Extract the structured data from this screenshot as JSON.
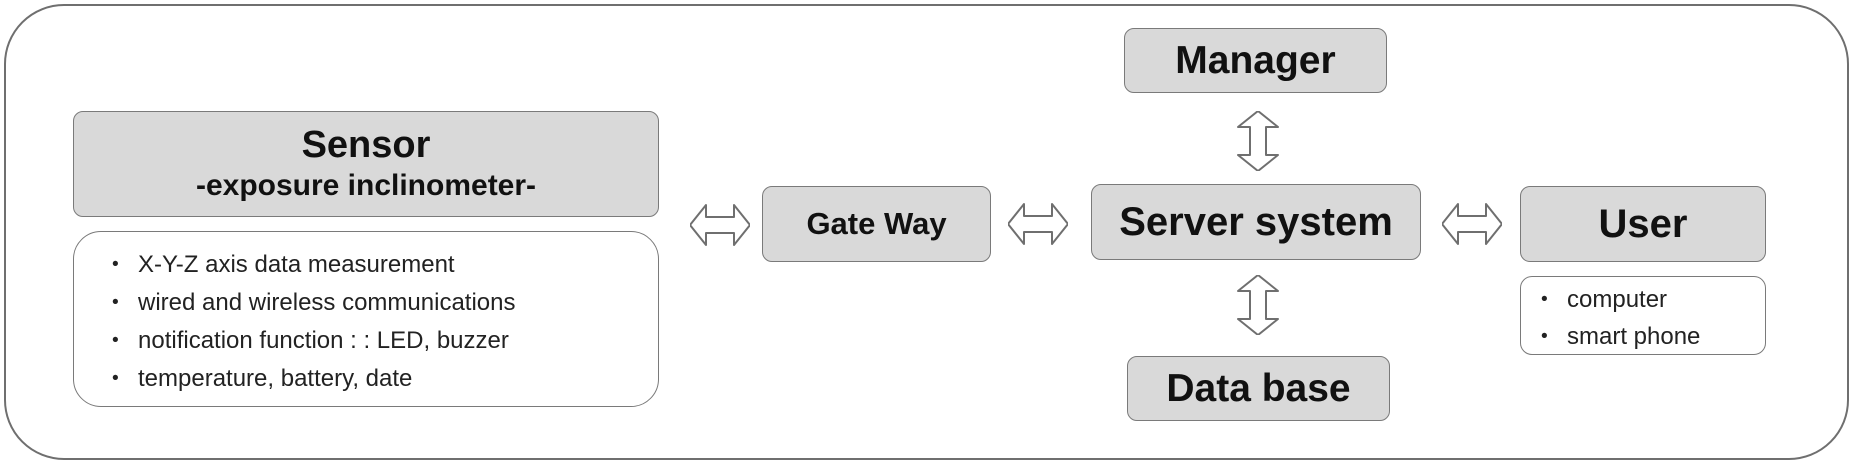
{
  "sensor": {
    "title": "Sensor",
    "subtitle": "-exposure inclinometer-",
    "features": [
      "X-Y-Z axis  data measurement",
      "wired and wireless  communications",
      "notification function  :  : LED, buzzer",
      "temperature,  battery,  date"
    ]
  },
  "gateway": {
    "label": "Gate Way"
  },
  "server": {
    "label": "Server system"
  },
  "manager": {
    "label": "Manager"
  },
  "database": {
    "label": "Data base"
  },
  "user": {
    "label": "User",
    "devices": [
      "computer",
      "smart phone"
    ]
  },
  "icons": {
    "horizontal_arrow": "double-arrow-horizontal-icon",
    "vertical_arrow": "double-arrow-vertical-icon"
  },
  "colors": {
    "box_fill": "#d9d9d9",
    "box_border": "#7a7a7a",
    "frame_border": "#6f6f6f",
    "arrow_fill": "#ffffff",
    "arrow_stroke": "#6f6f6f"
  }
}
